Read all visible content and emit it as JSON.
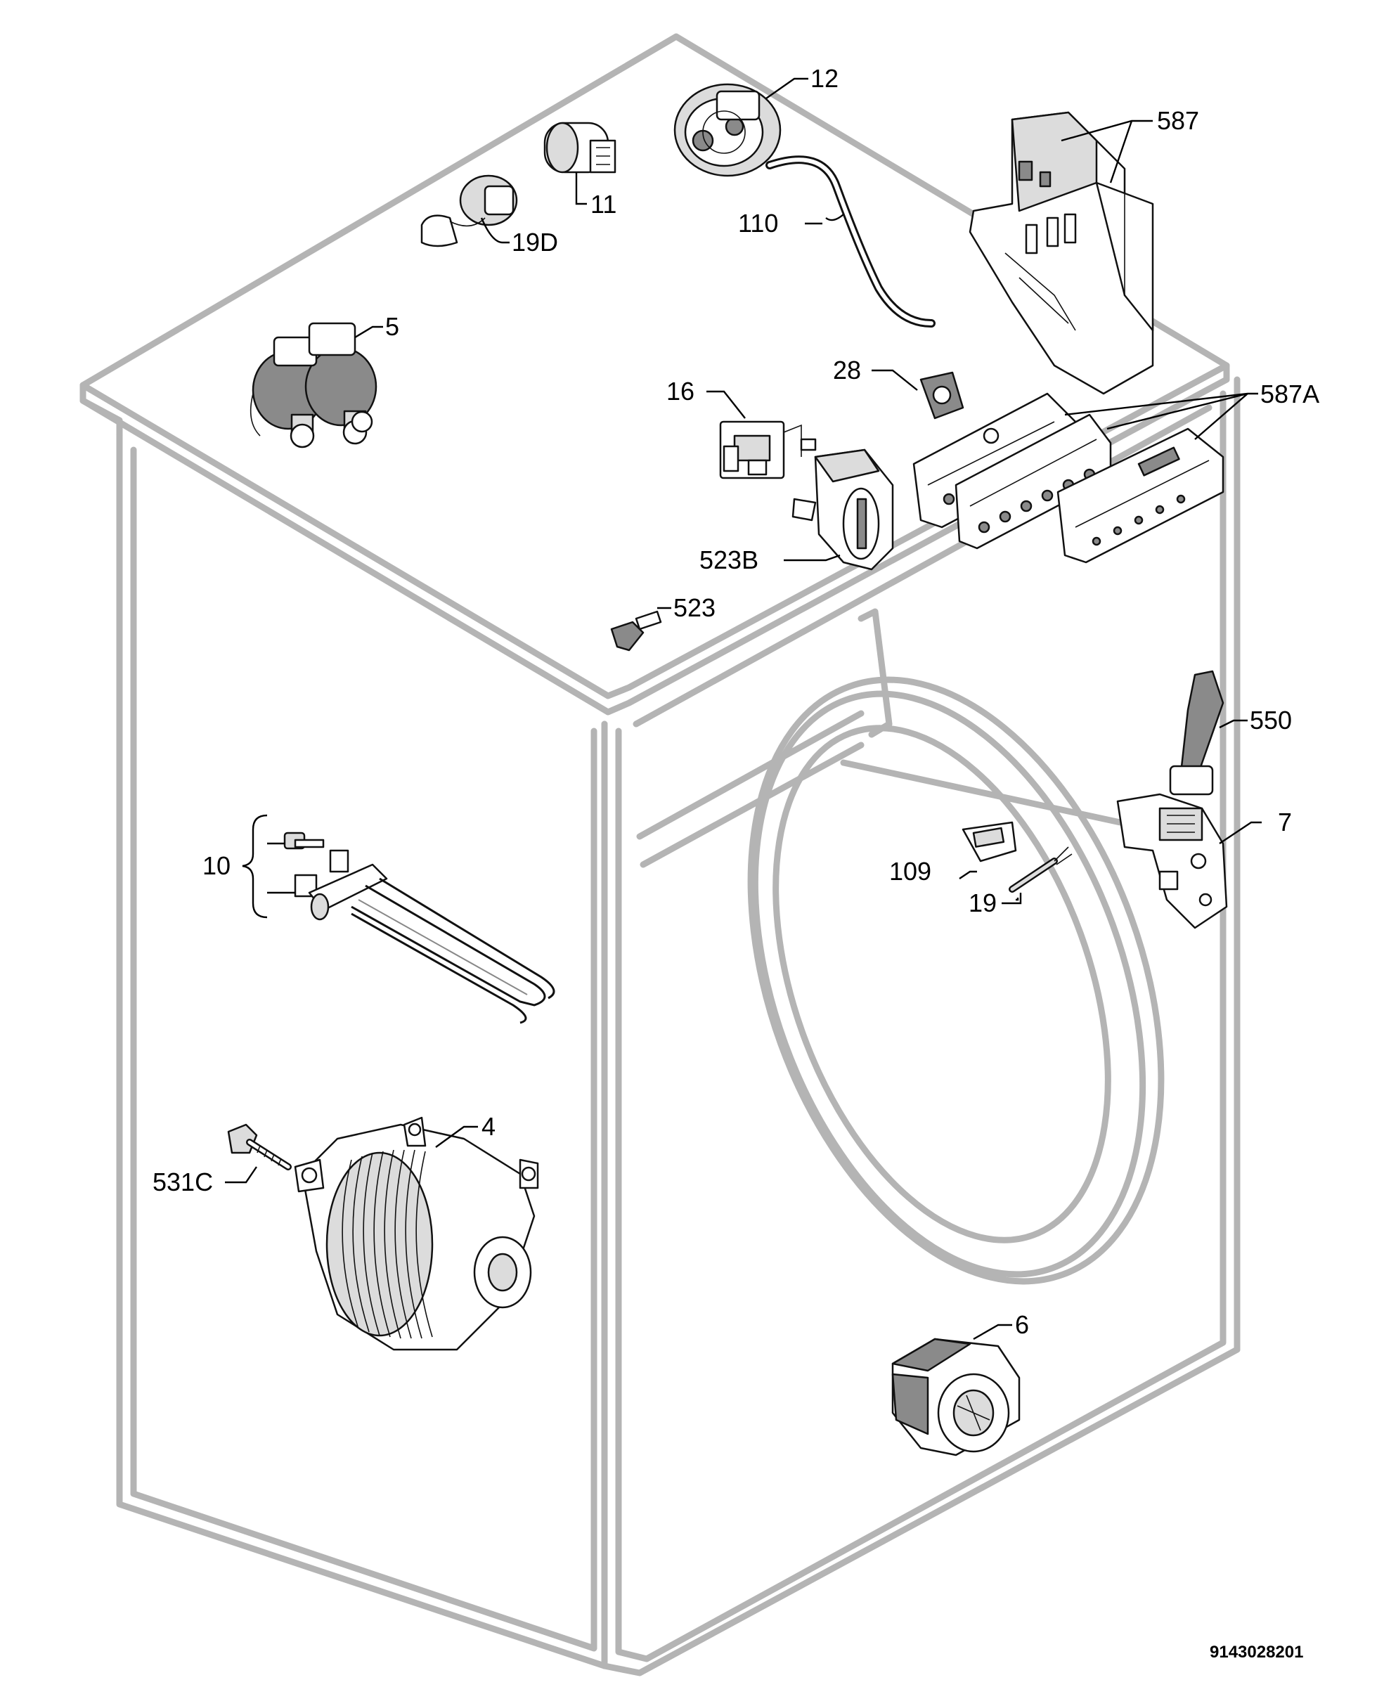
{
  "document_number": "9143028201",
  "labels": {
    "p12": "12",
    "p587": "587",
    "p11": "11",
    "p110": "110",
    "p19D": "19D",
    "p5": "5",
    "p28": "28",
    "p16": "16",
    "p587A": "587A",
    "p523B": "523B",
    "p523": "523",
    "p550": "550",
    "p7": "7",
    "p10": "10",
    "p109": "109",
    "p19": "19",
    "p4": "4",
    "p531C": "531C",
    "p6": "6"
  }
}
